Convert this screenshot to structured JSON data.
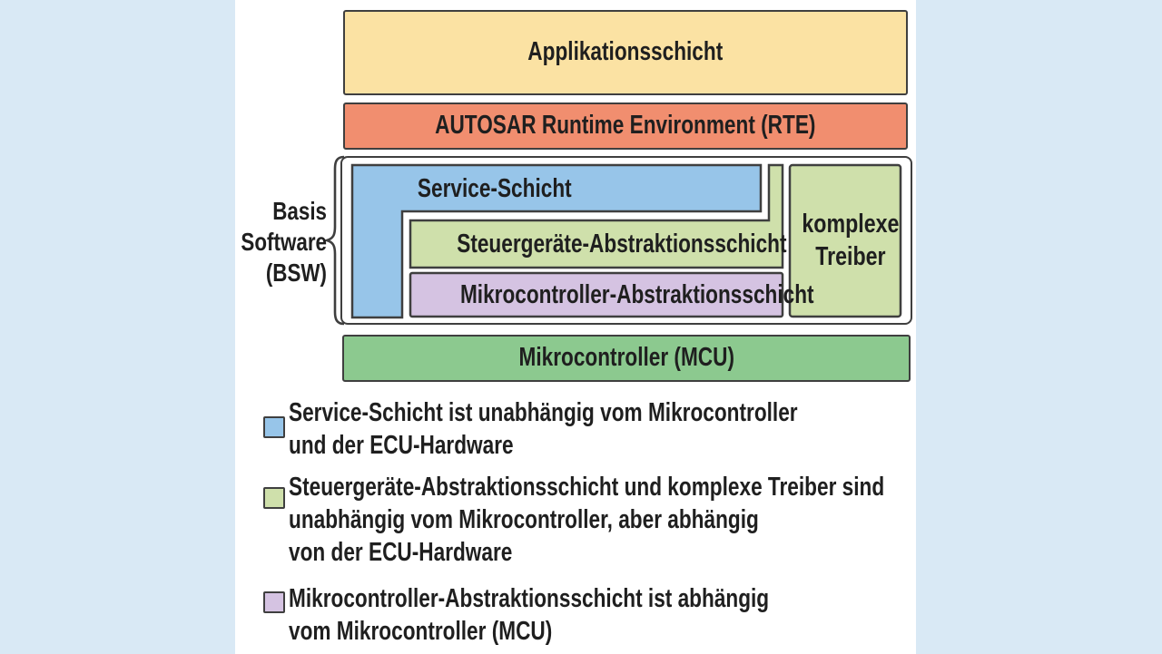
{
  "diagram": {
    "layers": {
      "application": "Applikationsschicht",
      "rte": "AUTOSAR Runtime Environment (RTE)",
      "service": "Service-Schicht",
      "ecu_abstraction": "Steuergeräte-Abstraktionsschicht",
      "mcal": "Mikrocontroller-Abstraktionsschicht",
      "complex_drivers_line1": "komplexe",
      "complex_drivers_line2": "Treiber",
      "mcu": "Mikrocontroller (MCU)"
    },
    "bsw_label": {
      "line1": "Basis",
      "line2": "Software",
      "line3": "(BSW)"
    },
    "colors": {
      "background": "#d9e9f5",
      "panel": "#ffffff",
      "application_yellow": "#fbe2a3",
      "rte_orange": "#f18e6f",
      "service_blue": "#97c5e9",
      "abstraction_green": "#cfe0ab",
      "mcal_purple": "#d5c3e2",
      "mcu_green": "#8cc98f",
      "border": "#3f3f3f",
      "text": "#1f1f1f"
    }
  },
  "legend": {
    "items": [
      {
        "color_key": "service_blue",
        "lines": [
          "Service-Schicht ist unabhängig vom Mikrocontroller",
          "und der ECU-Hardware"
        ]
      },
      {
        "color_key": "abstraction_green",
        "lines": [
          "Steuergeräte-Abstraktionsschicht und komplexe Treiber sind",
          "unabhängig vom Mikrocontroller, aber abhängig",
          "von der ECU-Hardware"
        ]
      },
      {
        "color_key": "mcal_purple",
        "lines": [
          "Mikrocontroller-Abstraktionsschicht ist abhängig",
          "vom Mikrocontroller (MCU)"
        ]
      }
    ]
  }
}
